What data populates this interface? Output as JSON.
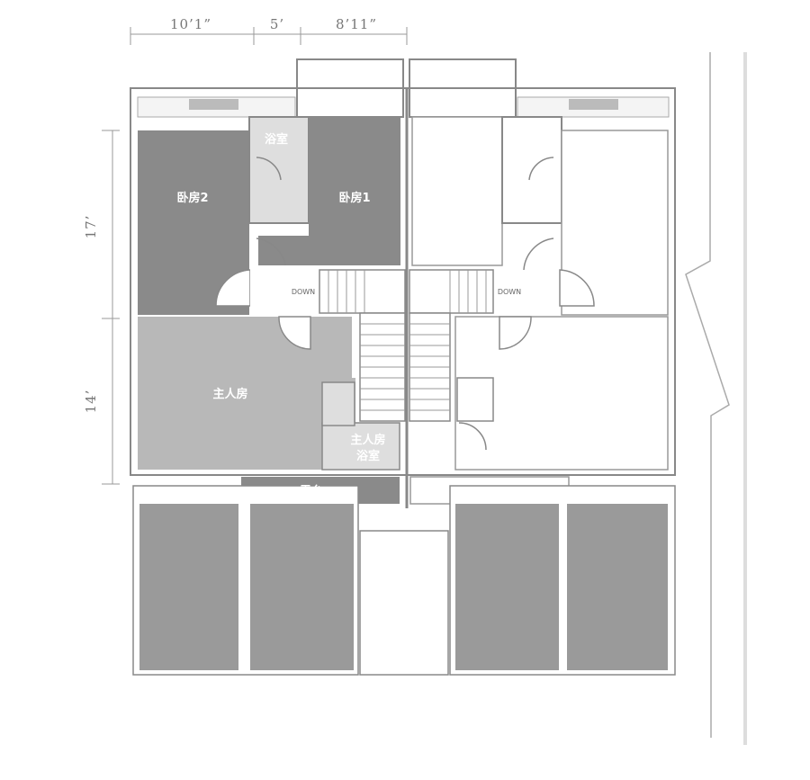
{
  "dimensions": {
    "top": [
      "10’1”",
      "5’",
      "8’11”"
    ],
    "left": [
      "17’",
      "14’"
    ]
  },
  "rooms": {
    "bedroom2": "卧房2",
    "bedroom1": "卧房1",
    "bath": "浴室",
    "master": "主人房",
    "master_bath_line1": "主人房",
    "master_bath_line2": "浴室",
    "balcony": "露台"
  },
  "stairs": {
    "down_left": "DOWN",
    "down_right": "DOWN"
  },
  "colors": {
    "dark_room": "#8a8a8a",
    "master_room": "#b8b8b8",
    "light_room": "#dedede",
    "wall": "#888888",
    "roof_hatch": "#7a7a7a"
  }
}
